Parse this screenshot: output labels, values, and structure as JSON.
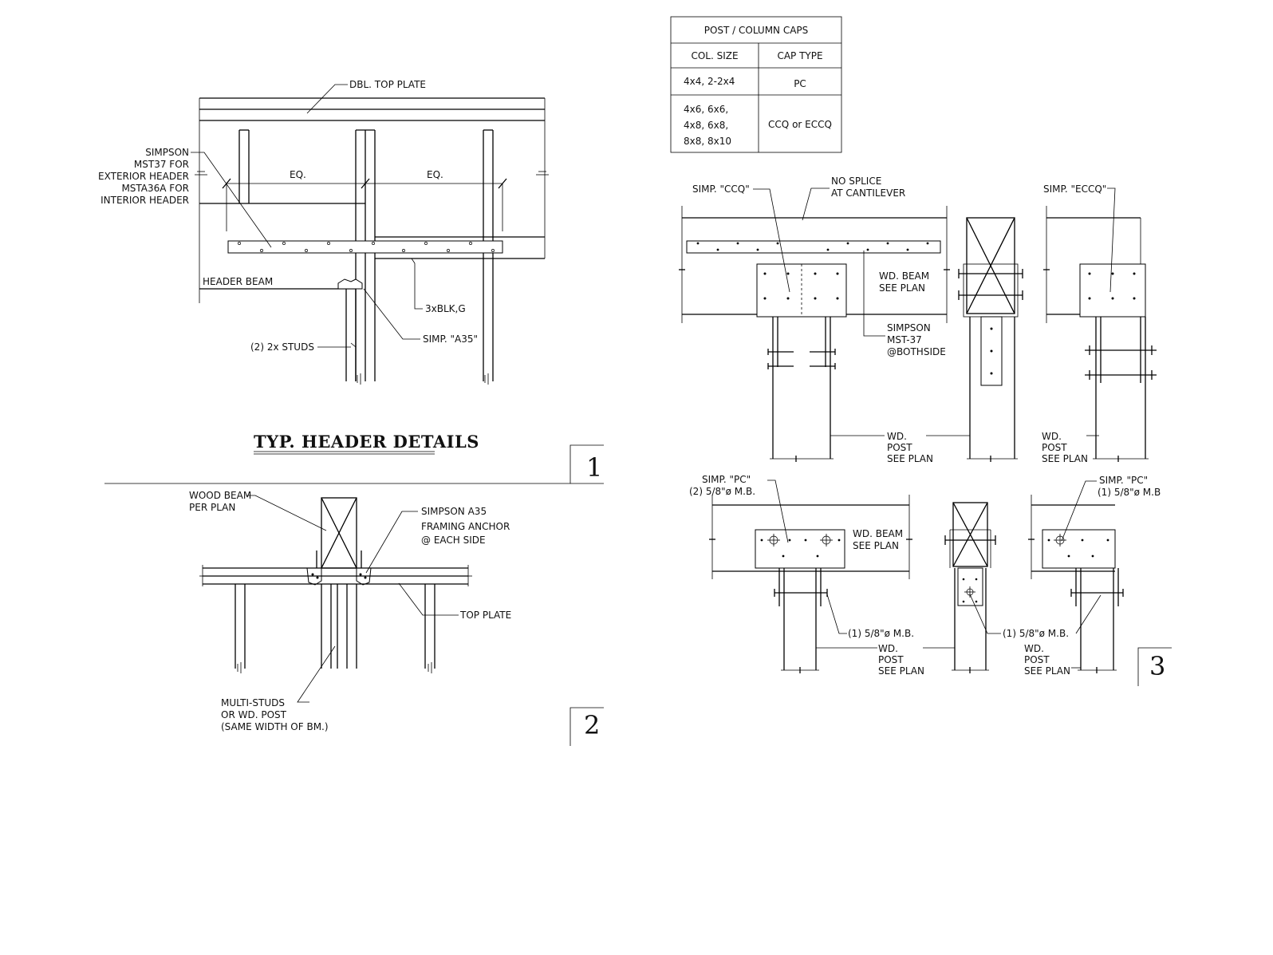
{
  "detail1": {
    "title": "TYP. HEADER DETAILS",
    "number": "1",
    "labels": {
      "top_plate": "DBL. TOP PLATE",
      "simpson_1": "SIMPSON",
      "simpson_2": "MST37 FOR",
      "simpson_3": "EXTERIOR HEADER",
      "simpson_4": "MSTA36A FOR",
      "simpson_5": "INTERIOR HEADER",
      "eq_left": "EQ.",
      "eq_right": "EQ.",
      "header_beam": "HEADER BEAM",
      "blocking": "3xBLK,G",
      "studs": "(2) 2x STUDS",
      "a35": "SIMP. \"A35\""
    }
  },
  "detail2": {
    "number": "2",
    "labels": {
      "wood_beam_1": "WOOD BEAM",
      "wood_beam_2": "PER PLAN",
      "anchor_1": "SIMPSON A35",
      "anchor_2": "FRAMING ANCHOR",
      "anchor_3": "@ EACH SIDE",
      "top_plate": "TOP PLATE",
      "studs_1": "MULTI-STUDS",
      "studs_2": "OR WD. POST",
      "studs_3": "(SAME WIDTH OF BM.)"
    }
  },
  "table": {
    "title": "POST / COLUMN CAPS",
    "headers": [
      "COL. SIZE",
      "CAP TYPE"
    ],
    "rows": [
      {
        "size_lines": [
          "4x4, 2-2x4"
        ],
        "cap": "PC"
      },
      {
        "size_lines": [
          "4x6, 6x6,",
          "4x8, 6x8,",
          "8x8, 8x10"
        ],
        "cap": "CCQ or ECCQ"
      }
    ]
  },
  "detail3": {
    "number": "3",
    "labels": {
      "ccq": "SIMP. \"CCQ\"",
      "no_splice_1": "NO SPLICE",
      "no_splice_2": "AT CANTILEVER",
      "eccq": "SIMP. \"ECCQ\"",
      "wd_beam_1": "WD. BEAM",
      "wd_beam_2": "SEE PLAN",
      "mst_1": "SIMPSON",
      "mst_2": "MST-37",
      "mst_3": "@BOTHSIDE",
      "post_a_1": "WD.",
      "post_a_2": "POST",
      "post_a_3": "SEE PLAN",
      "post_b_1": "WD.",
      "post_b_2": "POST",
      "post_b_3": "SEE PLAN",
      "pc_left_1": "SIMP. \"PC\"",
      "pc_left_2": "(2) 5/8\"ø M.B.",
      "pc_right_1": "SIMP. \"PC\"",
      "pc_right_2": "(1) 5/8\"ø M.B",
      "wd_beam2_1": "WD. BEAM",
      "wd_beam2_2": "SEE PLAN",
      "mb_left": "(1) 5/8\"ø M.B.",
      "mb_mid": "(1) 5/8\"ø M.B.",
      "post_c_1": "WD.",
      "post_c_2": "POST",
      "post_c_3": "SEE PLAN",
      "post_d_1": "WD.",
      "post_d_2": "POST",
      "post_d_3": "SEE PLAN"
    }
  }
}
